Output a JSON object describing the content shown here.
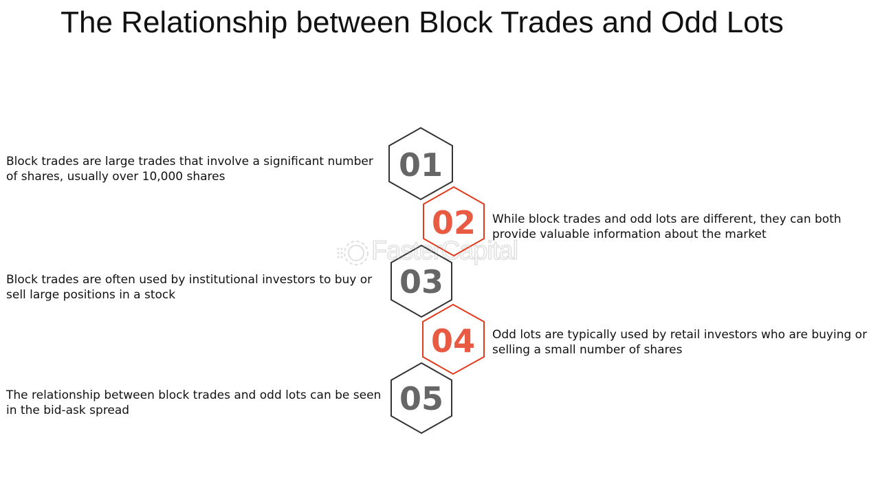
{
  "title": "The Relationship between Block Trades and Odd Lots",
  "watermark": "FasterCapital",
  "colors": {
    "gray": "#666666",
    "gray_stroke": "#333333",
    "red": "#e95a43",
    "red_stroke": "#e23a1c",
    "text": "#111111"
  },
  "steps": [
    {
      "number": "01",
      "text": "Block trades are large trades that involve a significant number of shares, usually over 10,000 shares",
      "side": "left",
      "accent": "gray"
    },
    {
      "number": "02",
      "text": "While block trades and odd lots are different, they can both provide valuable information about the market",
      "side": "right",
      "accent": "red"
    },
    {
      "number": "03",
      "text": "Block trades are often used by institutional investors to buy or sell large positions in a stock",
      "side": "left",
      "accent": "gray"
    },
    {
      "number": "04",
      "text": "Odd lots are typically used by retail investors who are buying or selling a small number of shares",
      "side": "right",
      "accent": "red"
    },
    {
      "number": "05",
      "text": "The relationship between block trades and odd lots can be seen in the bid-ask spread",
      "side": "left",
      "accent": "gray"
    }
  ]
}
